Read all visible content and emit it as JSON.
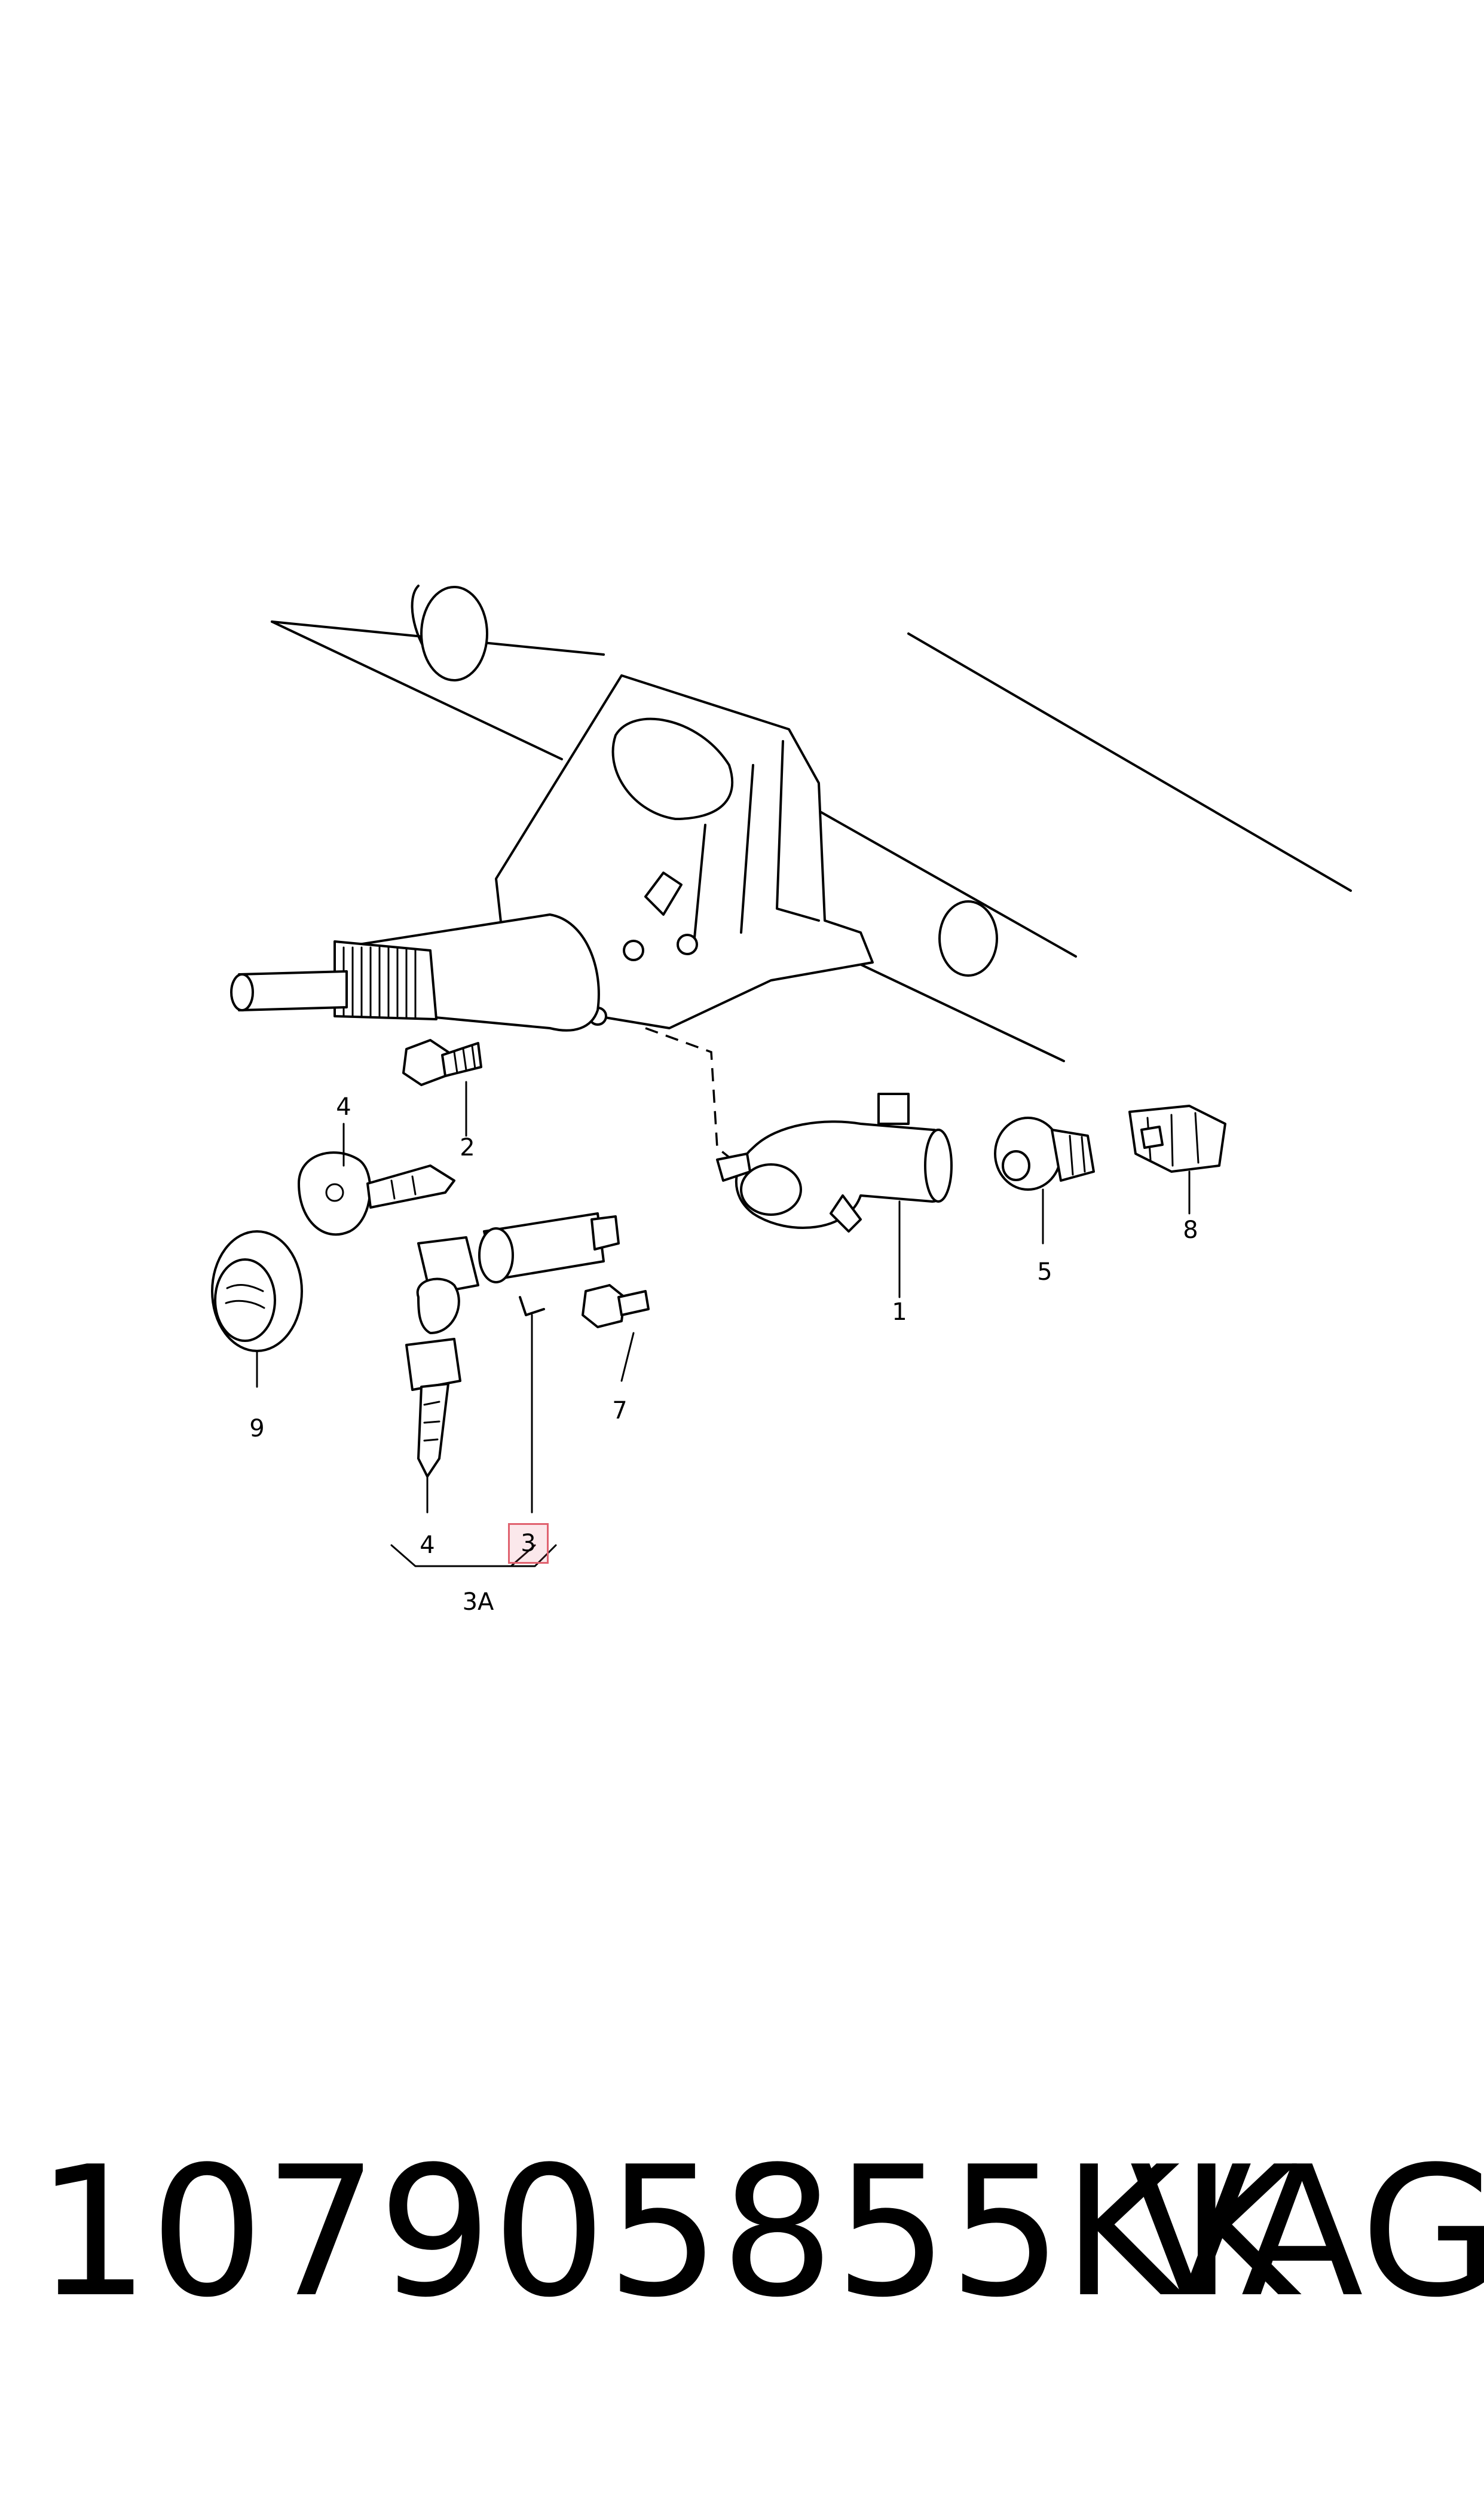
{
  "callouts": {
    "c1": "1",
    "c2": "2",
    "c3": "3",
    "c3a": "3A",
    "c4_upper": "4",
    "c4_lower": "4",
    "c5": "5",
    "c7": "7",
    "c8": "8",
    "c9": "9"
  },
  "caption": {
    "part_number": "107905855KK",
    "brand": "VAG"
  },
  "highlight": {
    "callout": "3",
    "color": "#e0626f"
  }
}
